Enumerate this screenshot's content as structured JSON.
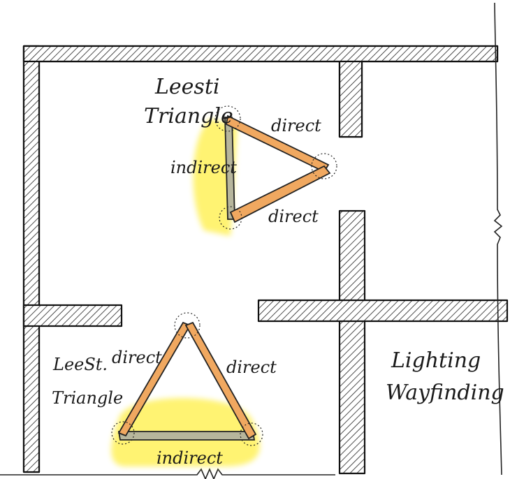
{
  "labels": {
    "top_triangle_title_line1": "Leesti",
    "top_triangle_title_line2": "Triangle",
    "top_left_edge": "indirect",
    "top_upper_edge": "direct",
    "top_lower_edge": "direct",
    "bottom_triangle_title_line1": "LeeSt.",
    "bottom_triangle_title_line2": "Triangle",
    "bottom_left_edge": "direct",
    "bottom_right_edge": "direct",
    "bottom_base_edge": "indirect",
    "room_note_line1": "Lighting",
    "room_note_line2": "Wayfinding"
  },
  "colors": {
    "direct_light": "#f0a860",
    "indirect_light": "#b7b69c",
    "glow": "#fff15a",
    "wall_outline": "#111111"
  }
}
